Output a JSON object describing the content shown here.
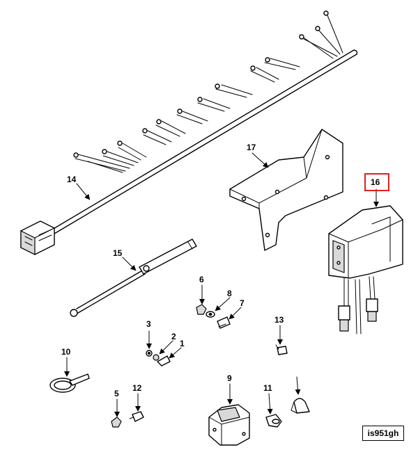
{
  "callouts": {
    "c1": "1",
    "c2": "2",
    "c3": "3",
    "c5": "5",
    "c6": "6",
    "c7": "7",
    "c8": "8",
    "c9": "9",
    "c10": "10",
    "c11": "11",
    "c12": "12",
    "c13": "13",
    "c14": "14",
    "c15": "15",
    "c16": "16",
    "c17": "17"
  },
  "figure_id": "is951gh",
  "highlight_color": "#e02020"
}
